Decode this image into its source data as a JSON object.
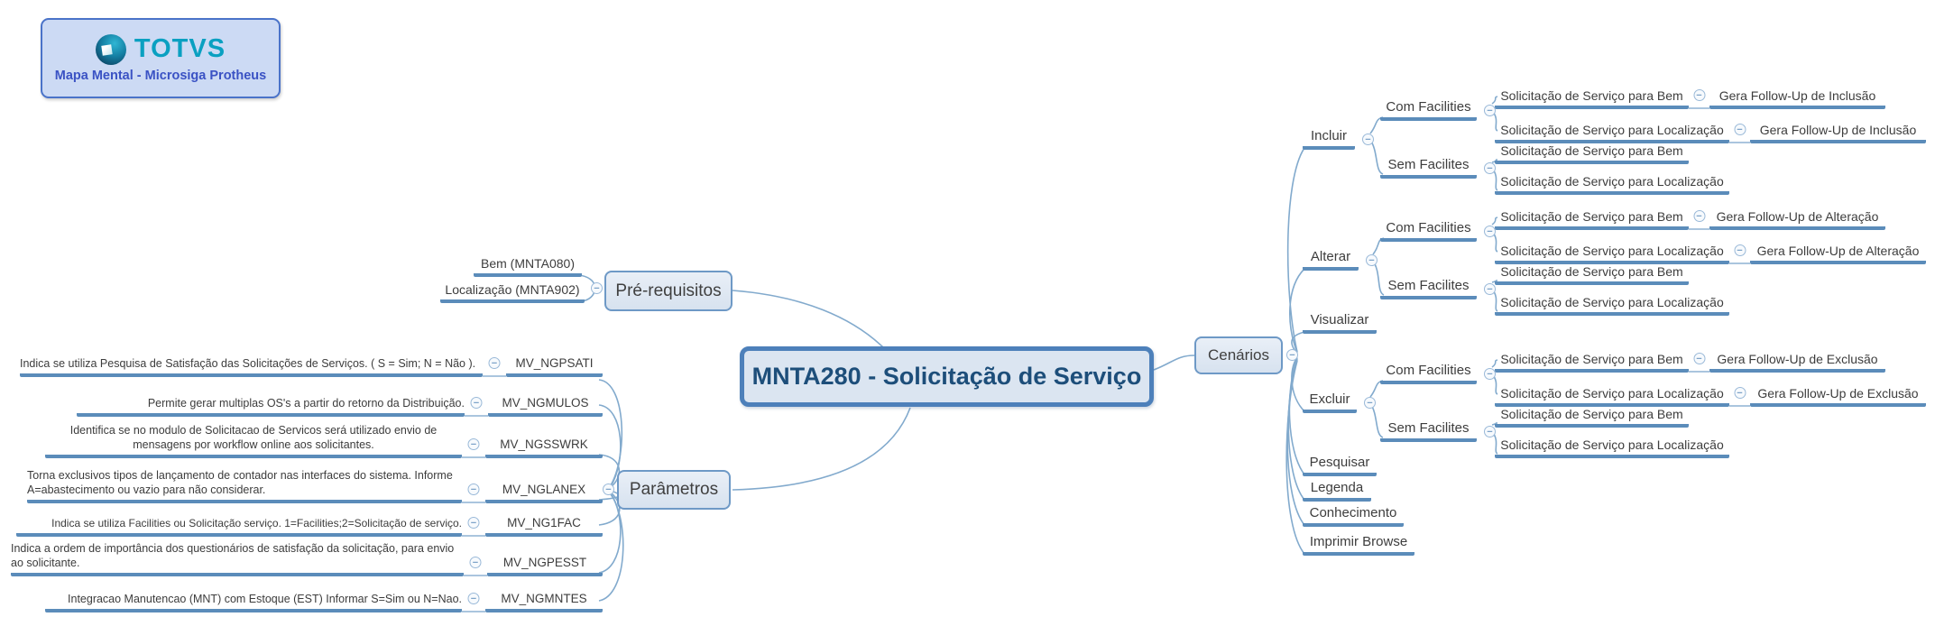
{
  "logo": {
    "brand": "TOTVS",
    "subtitle": "Mapa Mental - Microsiga Protheus"
  },
  "root": {
    "label": "MNTA280 - Solicitação de Serviço"
  },
  "icons": {
    "collapse": "−"
  },
  "colors": {
    "bar": "#5b8cba",
    "box_border": "#6e99c6",
    "box_fill": "#dde7f2",
    "root_border": "#4d80ba",
    "root_text": "#1d4e7a",
    "brand_teal": "#0aa0c1",
    "subtitle_blue": "#3a52c4",
    "curve": "#82aacd"
  },
  "prereq": {
    "label": "Pré-requisitos",
    "items": [
      {
        "label": "Bem (MNTA080)"
      },
      {
        "label": "Localização (MNTA902)"
      }
    ]
  },
  "params": {
    "label": "Parâmetros",
    "items": [
      {
        "desc": "Indica se utiliza Pesquisa de Satisfação das Solicitações de Serviços. ( S = Sim; N = Não ).",
        "code": "MV_NGPSATI"
      },
      {
        "desc": "Permite gerar multiplas OS's a partir do retorno da Distribuição.",
        "code": "MV_NGMULOS"
      },
      {
        "desc": "Identifica se no modulo de Solicitacao de Servicos será utilizado envio de mensagens por workflow online aos solicitantes.",
        "code": "MV_NGSSWRK"
      },
      {
        "desc": "Torna exclusivos tipos de lançamento de contador nas interfaces do sistema. Informe A=abastecimento ou vazio para não considerar.",
        "code": "MV_NGLANEX"
      },
      {
        "desc": "Indica se utiliza Facilities ou Solicitação serviço. 1=Facilities;2=Solicitação de serviço.",
        "code": "MV_NG1FAC"
      },
      {
        "desc": "Indica a ordem de importância dos questionários de satisfação da solicitação, para envio ao solicitante.",
        "code": "MV_NGPESST"
      },
      {
        "desc": "Integracao Manutencao (MNT) com Estoque (EST) Informar S=Sim ou N=Nao.",
        "code": "MV_NGMNTES"
      }
    ]
  },
  "cenarios": {
    "label": "Cenários",
    "ops": {
      "incluir": {
        "label": "Incluir",
        "com": {
          "label": "Com Facilities",
          "bem": {
            "label": "Solicitação de Serviço para Bem",
            "follow": "Gera Follow-Up de Inclusão"
          },
          "loc": {
            "label": "Solicitação de Serviço para Localização",
            "follow": "Gera Follow-Up de Inclusão"
          }
        },
        "sem": {
          "label": "Sem Facilites",
          "bem": "Solicitação de Serviço para Bem",
          "loc": "Solicitação de Serviço para Localização"
        }
      },
      "alterar": {
        "label": "Alterar",
        "com": {
          "label": "Com Facilities",
          "bem": {
            "label": "Solicitação de Serviço para Bem",
            "follow": "Gera Follow-Up de Alteração"
          },
          "loc": {
            "label": "Solicitação de Serviço para Localização",
            "follow": "Gera Follow-Up de Alteração"
          }
        },
        "sem": {
          "label": "Sem Facilites",
          "bem": "Solicitação de Serviço para Bem",
          "loc": "Solicitação de Serviço para Localização"
        }
      },
      "visualizar": {
        "label": "Visualizar"
      },
      "excluir": {
        "label": "Excluir",
        "com": {
          "label": "Com Facilities",
          "bem": {
            "label": "Solicitação de Serviço para Bem",
            "follow": "Gera Follow-Up de Exclusão"
          },
          "loc": {
            "label": "Solicitação de Serviço para Localização",
            "follow": "Gera Follow-Up de Exclusão"
          }
        },
        "sem": {
          "label": "Sem Facilites",
          "bem": "Solicitação de Serviço para Bem",
          "loc": "Solicitação de Serviço para Localização"
        }
      },
      "pesquisar": {
        "label": "Pesquisar"
      },
      "legenda": {
        "label": "Legenda"
      },
      "conhecimento": {
        "label": "Conhecimento"
      },
      "imprimir": {
        "label": "Imprimir Browse"
      }
    }
  }
}
